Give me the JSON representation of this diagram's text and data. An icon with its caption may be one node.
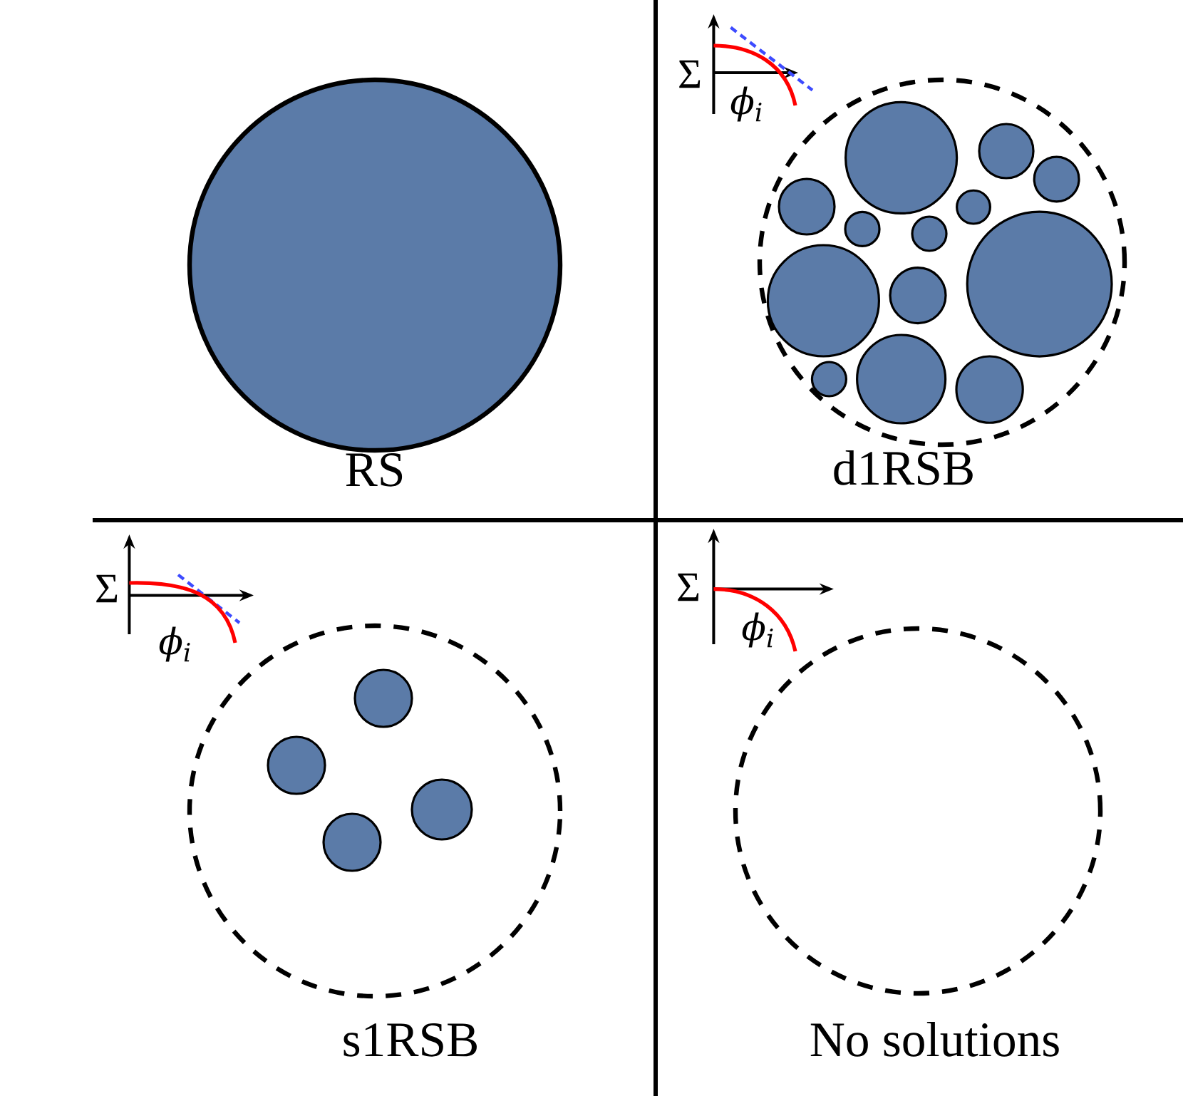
{
  "diagram": {
    "nodes": [
      {
        "text": [],
        "shape": "circle",
        "beside": [
          "RS"
        ]
      },
      {
        "text": [],
        "shape": "circle",
        "beside": [
          "d1RSB"
        ]
      },
      {
        "text": [],
        "shape": "circle",
        "beside": [
          "s1RSB"
        ]
      },
      {
        "text": [],
        "shape": "circle",
        "beside": [
          "No solutions"
        ]
      }
    ],
    "labels": [
      "Σ",
      "ϕ$_{i}$",
      "Σ",
      "ϕ$_{i}$",
      "Σ",
      "ϕ$_{i}$"
    ]
  }
}
